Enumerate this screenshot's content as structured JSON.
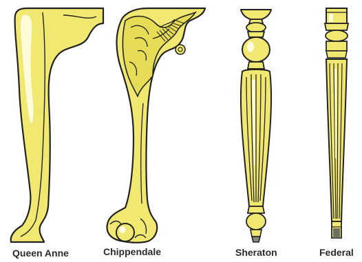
{
  "figure": {
    "fill_color": "#f0e870",
    "outline_color": "#222222",
    "highlight_color": "#fdfbd8",
    "legs": [
      {
        "style": "Queen Anne",
        "icon": "cabriole-leg-icon"
      },
      {
        "style": "Chippendale",
        "icon": "claw-and-ball-leg-icon"
      },
      {
        "style": "Sheraton",
        "icon": "reeded-tapered-leg-icon"
      },
      {
        "style": "Federal",
        "icon": "fluted-tapered-leg-icon"
      }
    ]
  }
}
